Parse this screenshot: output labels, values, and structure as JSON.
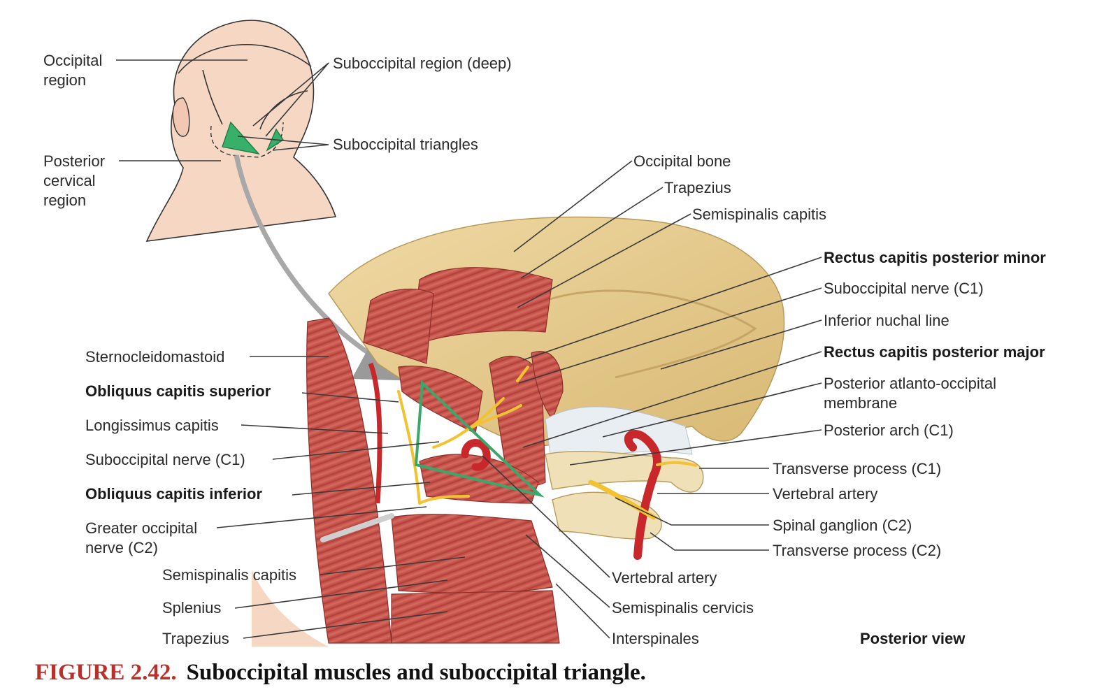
{
  "inset_labels": {
    "occipital_region": [
      "Occipital",
      "region"
    ],
    "posterior_cervical_region": [
      "Posterior",
      "cervical",
      "region"
    ],
    "suboccipital_region_deep": "Suboccipital region (deep)",
    "suboccipital_triangles": "Suboccipital triangles"
  },
  "right_labels": {
    "occipital_bone": "Occipital bone",
    "trapezius_top": "Trapezius",
    "semispinalis_capitis_top": "Semispinalis  capitis",
    "rectus_minor": "Rectus capitis posterior minor",
    "suboccipital_nerve_right": "Suboccipital nerve (C1)",
    "inferior_nuchal_line": "Inferior nuchal line",
    "rectus_major": "Rectus capitis posterior major",
    "atlanto_occipital_membrane": [
      "Posterior atlanto-occipital",
      "membrane"
    ],
    "posterior_arch": "Posterior arch (C1)",
    "transverse_c1": "Transverse process (C1)",
    "vertebral_artery_right": "Vertebral artery",
    "spinal_ganglion": "Spinal ganglion (C2)",
    "transverse_c2": "Transverse process (C2)"
  },
  "left_labels": {
    "sternocleidomastoid": "Sternocleidomastoid",
    "obliquus_superior": "Obliquus capitis superior",
    "longissimus": "Longissimus capitis",
    "suboccipital_nerve_left": "Suboccipital nerve (C1)",
    "obliquus_inferior": "Obliquus capitis inferior",
    "greater_occipital": [
      "Greater occipital",
      "nerve (C2)"
    ],
    "semispinalis_capitis_bottom": "Semispinalis capitis",
    "splenius": "Splenius",
    "trapezius_bottom": "Trapezius"
  },
  "bottom_labels": {
    "vertebral_artery_bottom": "Vertebral artery",
    "semispinalis_cervicis": "Semispinalis cervicis",
    "interspinales": "Interspinales",
    "view": "Posterior view"
  },
  "caption": {
    "number": "FIGURE 2.42.",
    "text": "Suboccipital muscles and suboccipital triangle."
  },
  "colors": {
    "skin": "#f6d7c4",
    "bone": "#e3c78a",
    "muscle": "#c9544d",
    "nerve": "#f2c230",
    "artery": "#c8282b",
    "triangle": "#3aa86b",
    "caption_number": "#b8302a"
  }
}
